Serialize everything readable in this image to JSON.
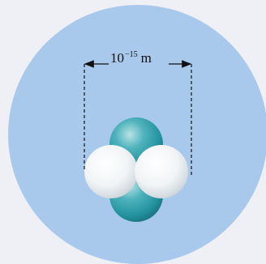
{
  "diagram": {
    "dimension_label": {
      "base": "10",
      "exponent": "−15",
      "unit": "m"
    },
    "colors": {
      "background": "#eef0f5",
      "atom_cloud": "#a9c9ec",
      "proton_teal": "#2b9aa6",
      "neutron_white": "#f4f6f8"
    },
    "nucleons": {
      "teal_count": 2,
      "white_count": 2
    }
  }
}
